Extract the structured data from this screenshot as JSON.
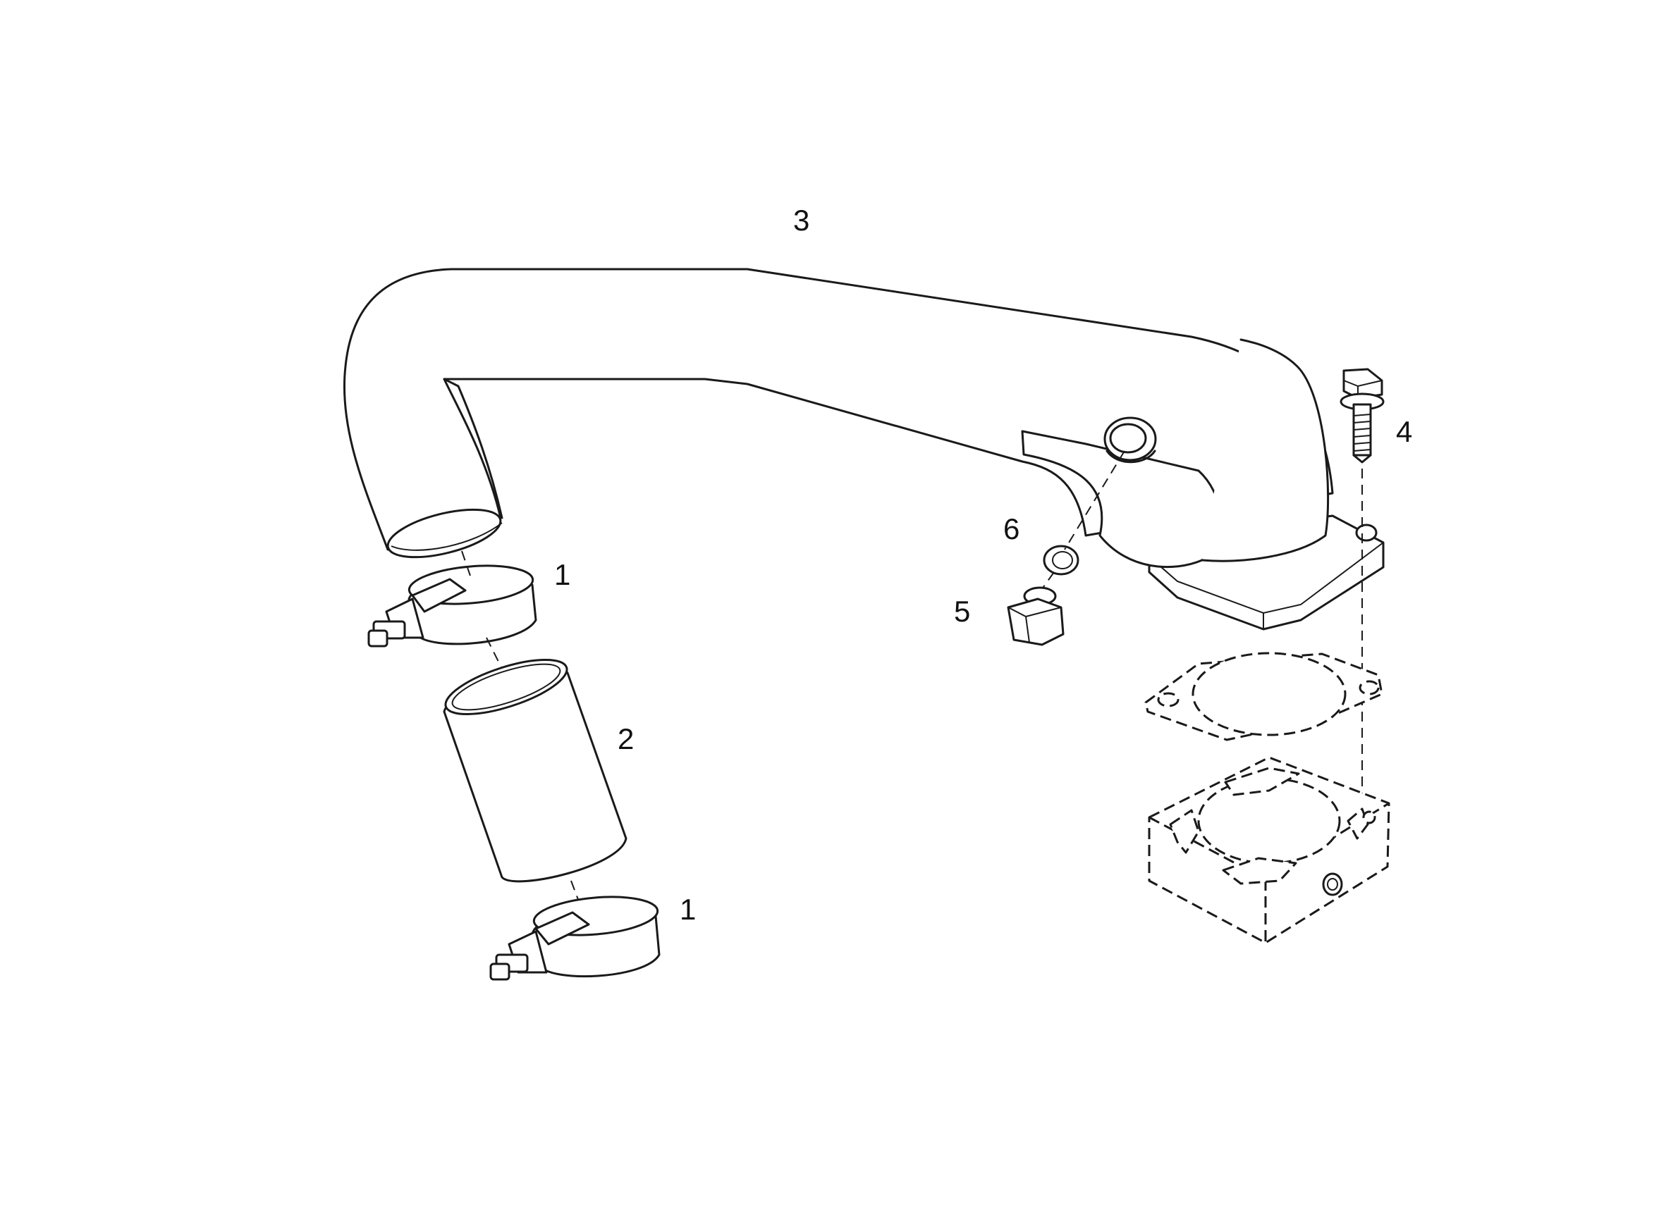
{
  "callouts": {
    "clamp_upper": "1",
    "hose": "2",
    "pipe": "3",
    "bolt": "4",
    "plug": "5",
    "seal_ring": "6",
    "clamp_lower": "1"
  }
}
